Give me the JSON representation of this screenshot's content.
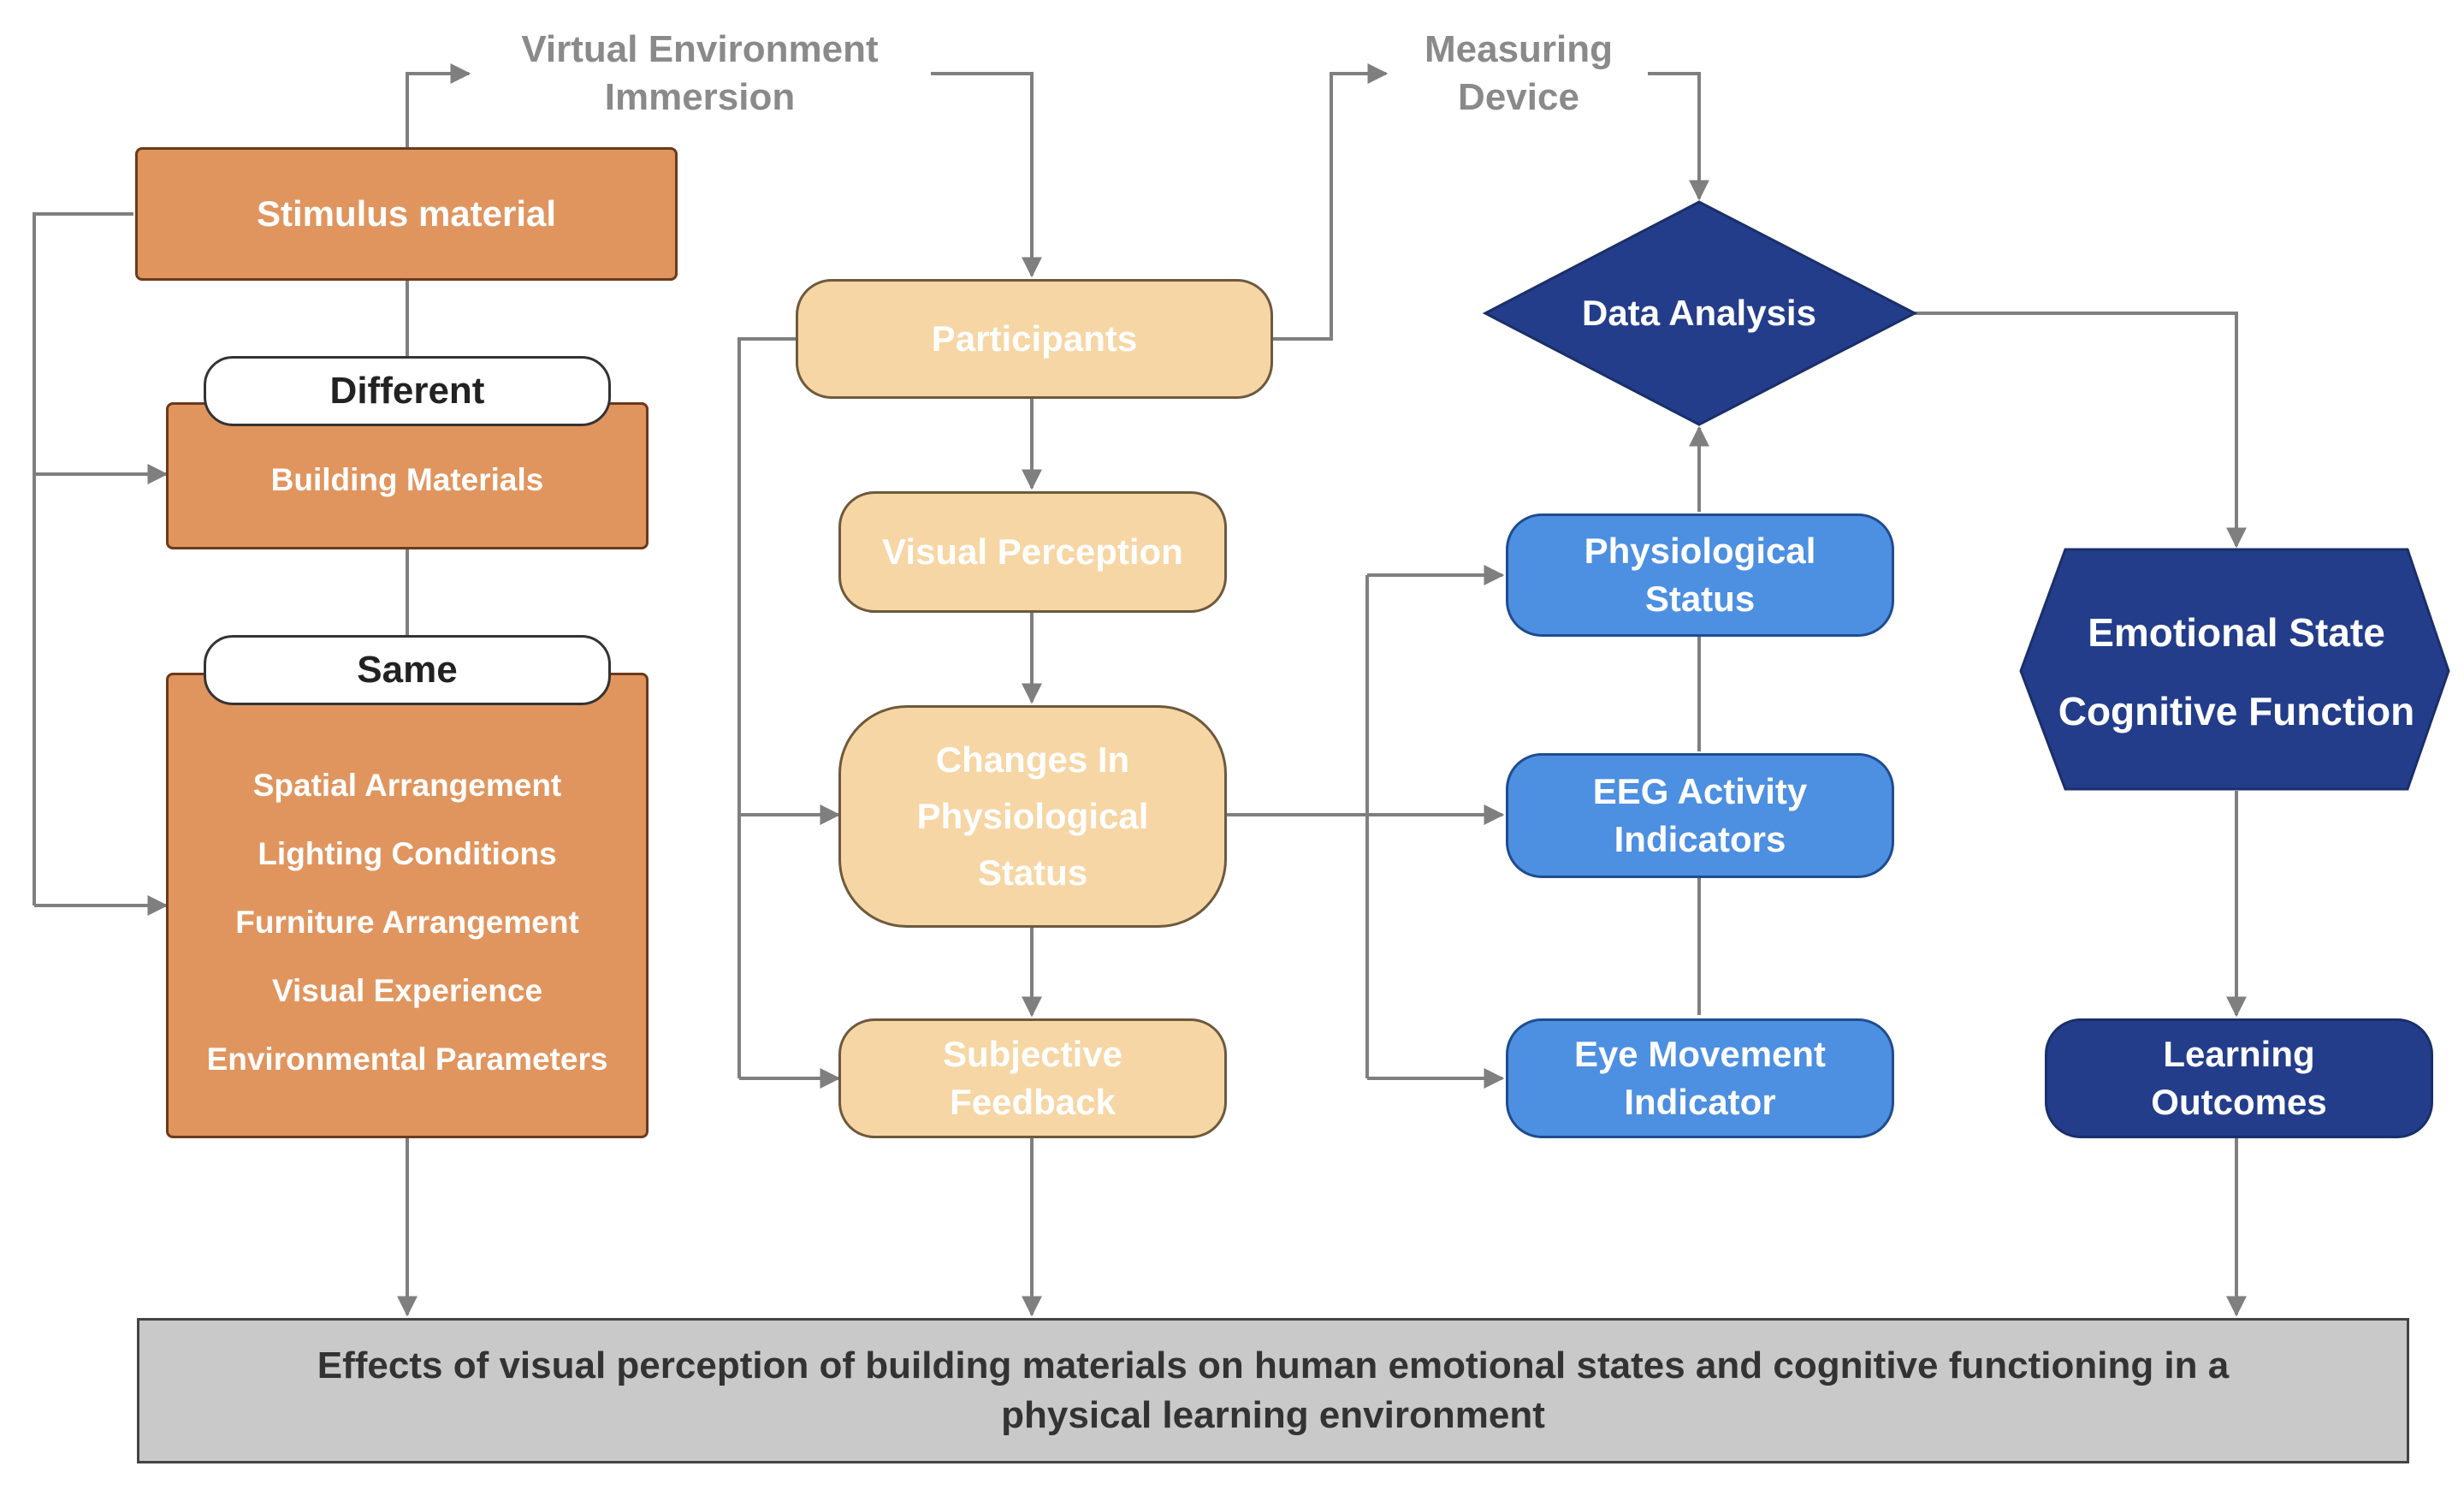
{
  "labels": {
    "virtual_env": [
      "Virtual Environment",
      "Immersion"
    ],
    "measuring": [
      "Measuring",
      "Device"
    ]
  },
  "stimulus": {
    "title": "Stimulus material",
    "different_tag": "Different",
    "different_items": [
      "Building Materials"
    ],
    "same_tag": "Same",
    "same_items": [
      "Spatial Arrangement",
      "Lighting Conditions",
      "Furniture Arrangement",
      "Visual Experience",
      "Environmental Parameters"
    ]
  },
  "process": {
    "participants": "Participants",
    "visual_perception": "Visual Perception",
    "changes": [
      "Changes In",
      "Physiological",
      "Status"
    ],
    "feedback": [
      "Subjective",
      "Feedback"
    ]
  },
  "measures": {
    "physiological": [
      "Physiological",
      "Status"
    ],
    "eeg": [
      "EEG Activity",
      "Indicators"
    ],
    "eye": [
      "Eye Movement",
      "Indicator"
    ]
  },
  "analysis": {
    "data_analysis": "Data Analysis"
  },
  "outcomes": {
    "emotional": "Emotional State",
    "cognitive": "Cognitive Function",
    "learning": [
      "Learning",
      "Outcomes"
    ]
  },
  "conclusion": [
    "Effects of visual perception of building materials on human emotional states and cognitive functioning in a",
    "physical learning environment"
  ],
  "colors": {
    "orange": "#e0955e",
    "beige": "#f6d6a4",
    "blue": "#4d8fe0",
    "navy": "#233d8b",
    "gray_box": "#c9c9c9",
    "connector": "#7f7f7f"
  }
}
